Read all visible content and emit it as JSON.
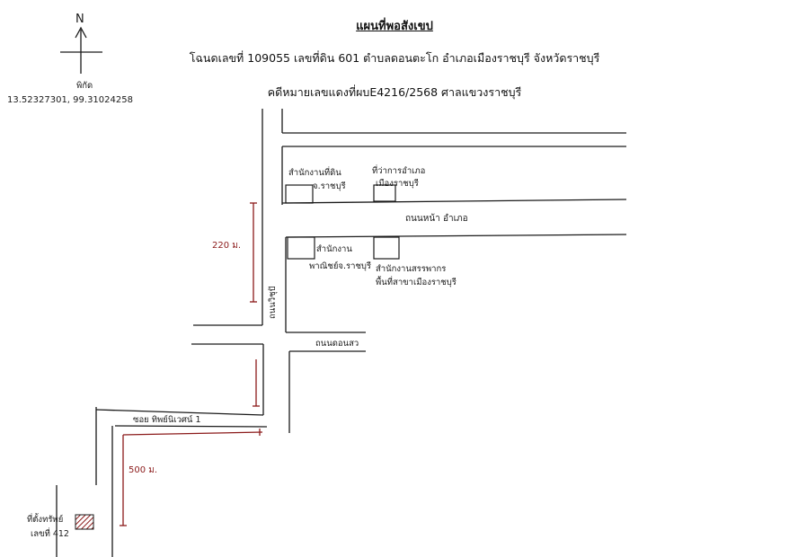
{
  "header": {
    "title": "แผนที่พอสังเขป",
    "deed_line": "โฉนดเลขที่   109055   เลขที่ดิน 601  ตำบลดอนตะโก อำเภอเมืองราชบุรี  จังหวัดราชบุรี",
    "case_line": "คดีหมายเลขแดงที่ผบE4216/2568   ศาลแขวงราชบุรี"
  },
  "compass": {
    "north_label": "N",
    "coord_label": "พิกัด",
    "coordinates": "13.52327301, 99.31024258"
  },
  "roads": {
    "main_road": "ถนนหน้า อำเภอ",
    "vertical_road": "ถนนวิชุปั",
    "side_road": "ถนนดอนสว",
    "soi": "ซอย ทิพย์นิเวศน์ 1"
  },
  "landmarks": {
    "upper_left": [
      "สำนักงานที่ดิน",
      "จ.ราชบุรี"
    ],
    "upper_right": [
      "ที่ว่าการอำเภอ",
      "เมืองราชบุรี"
    ],
    "lower_left": [
      "สำนักงาน",
      "พาณิชย์จ.ราชบุรี"
    ],
    "lower_right": [
      "สำนักงานสรรพากร",
      "พื้นที่สาขาเมืองราชบุรี"
    ],
    "property": [
      "ที่ตั้งทรัพย์",
      "เลขที่ 412"
    ]
  },
  "distances": {
    "vertical": "220 ม.",
    "soi": "500 ม."
  },
  "colors": {
    "ink": "#1a1a1a",
    "distance_red": "#8b1a1a"
  }
}
